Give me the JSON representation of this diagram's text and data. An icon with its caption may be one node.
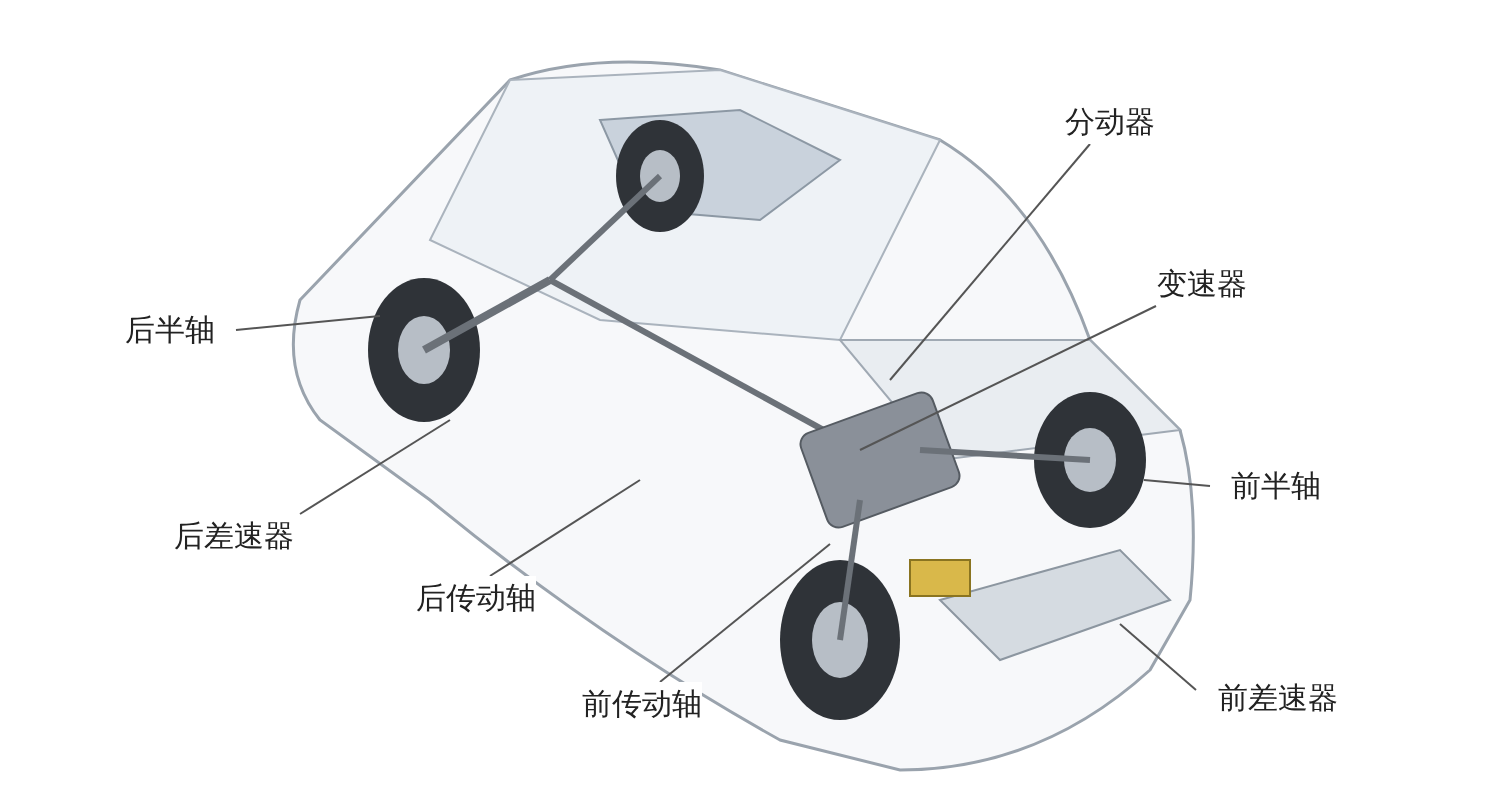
{
  "diagram": {
    "nodes": [
      {
        "text": [
          "分动器"
        ]
      },
      {
        "text": [
          "变速器"
        ]
      },
      {
        "text": [
          "后半轴"
        ]
      },
      {
        "text": [
          "前半轴"
        ]
      },
      {
        "text": [
          "后差速器"
        ]
      },
      {
        "text": [
          "后传动轴"
        ]
      },
      {
        "text": [
          "前传动轴"
        ]
      },
      {
        "text": [
          "前差速器"
        ]
      }
    ],
    "edges": [
      {
        "from": 0,
        "to": null,
        "arrow": "none"
      },
      {
        "from": 1,
        "to": null,
        "arrow": "none"
      },
      {
        "from": 2,
        "to": null,
        "arrow": "none"
      },
      {
        "from": 3,
        "to": null,
        "arrow": "none"
      },
      {
        "from": 4,
        "to": null,
        "arrow": "none"
      },
      {
        "from": 5,
        "to": null,
        "arrow": "none"
      },
      {
        "from": 6,
        "to": null,
        "arrow": "none"
      },
      {
        "from": 7,
        "to": null,
        "arrow": "none"
      }
    ]
  }
}
